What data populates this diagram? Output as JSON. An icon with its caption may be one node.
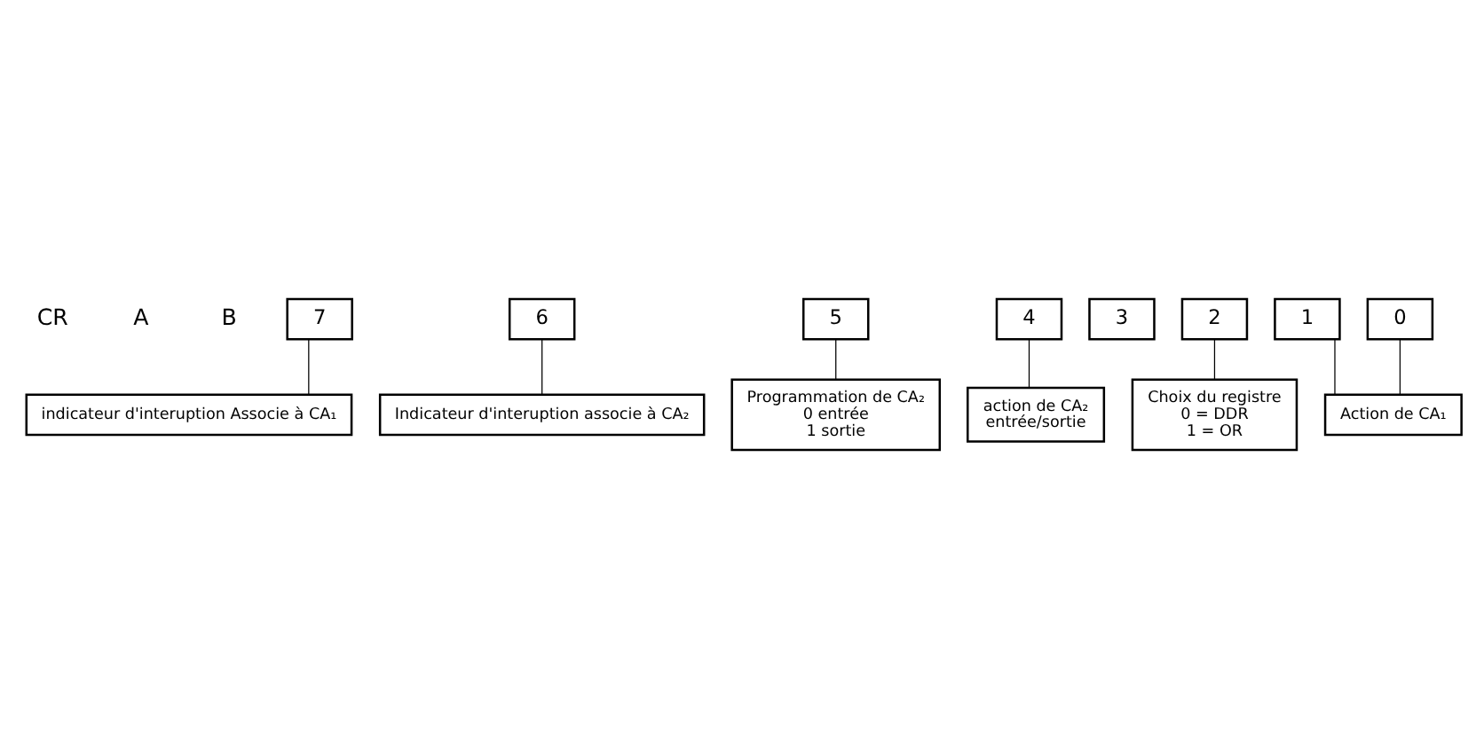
{
  "diagram": {
    "nodes": [
      {
        "text": [
          "7"
        ]
      },
      {
        "text": [
          "6"
        ]
      },
      {
        "text": [
          "5"
        ]
      },
      {
        "text": [
          "4"
        ]
      },
      {
        "text": [
          "3"
        ]
      },
      {
        "text": [
          "2"
        ]
      },
      {
        "text": [
          "1"
        ]
      },
      {
        "text": [
          "0"
        ]
      },
      {
        "text": [
          "indicateur d'interuption Associe à CA₁"
        ]
      },
      {
        "text": [
          "action de CA₂",
          "entrée/sortie"
        ]
      },
      {
        "text": [
          "Choix du registre",
          "0 = DDR",
          "1 = OR"
        ]
      },
      {
        "text": [
          "Indicateur d'interuption associe à CA₂"
        ]
      },
      {
        "text": [
          "Programmation de CA₂",
          "0 entrée",
          "1 sortie"
        ]
      },
      {
        "text": [
          "Action de CA₁"
        ]
      }
    ],
    "edges": [
      {
        "from": 0,
        "to": 8,
        "arrow": "none"
      },
      {
        "from": 1,
        "to": 11,
        "arrow": "none"
      },
      {
        "from": 2,
        "to": 12,
        "arrow": "none"
      },
      {
        "from": 3,
        "to": 9,
        "arrow": "none"
      },
      {
        "from": 5,
        "to": 10,
        "arrow": "none"
      },
      {
        "from": 6,
        "to": 13,
        "arrow": "none"
      },
      {
        "from": 7,
        "to": 13,
        "arrow": "none"
      }
    ],
    "labels": [
      "CR",
      "A",
      "B"
    ]
  }
}
